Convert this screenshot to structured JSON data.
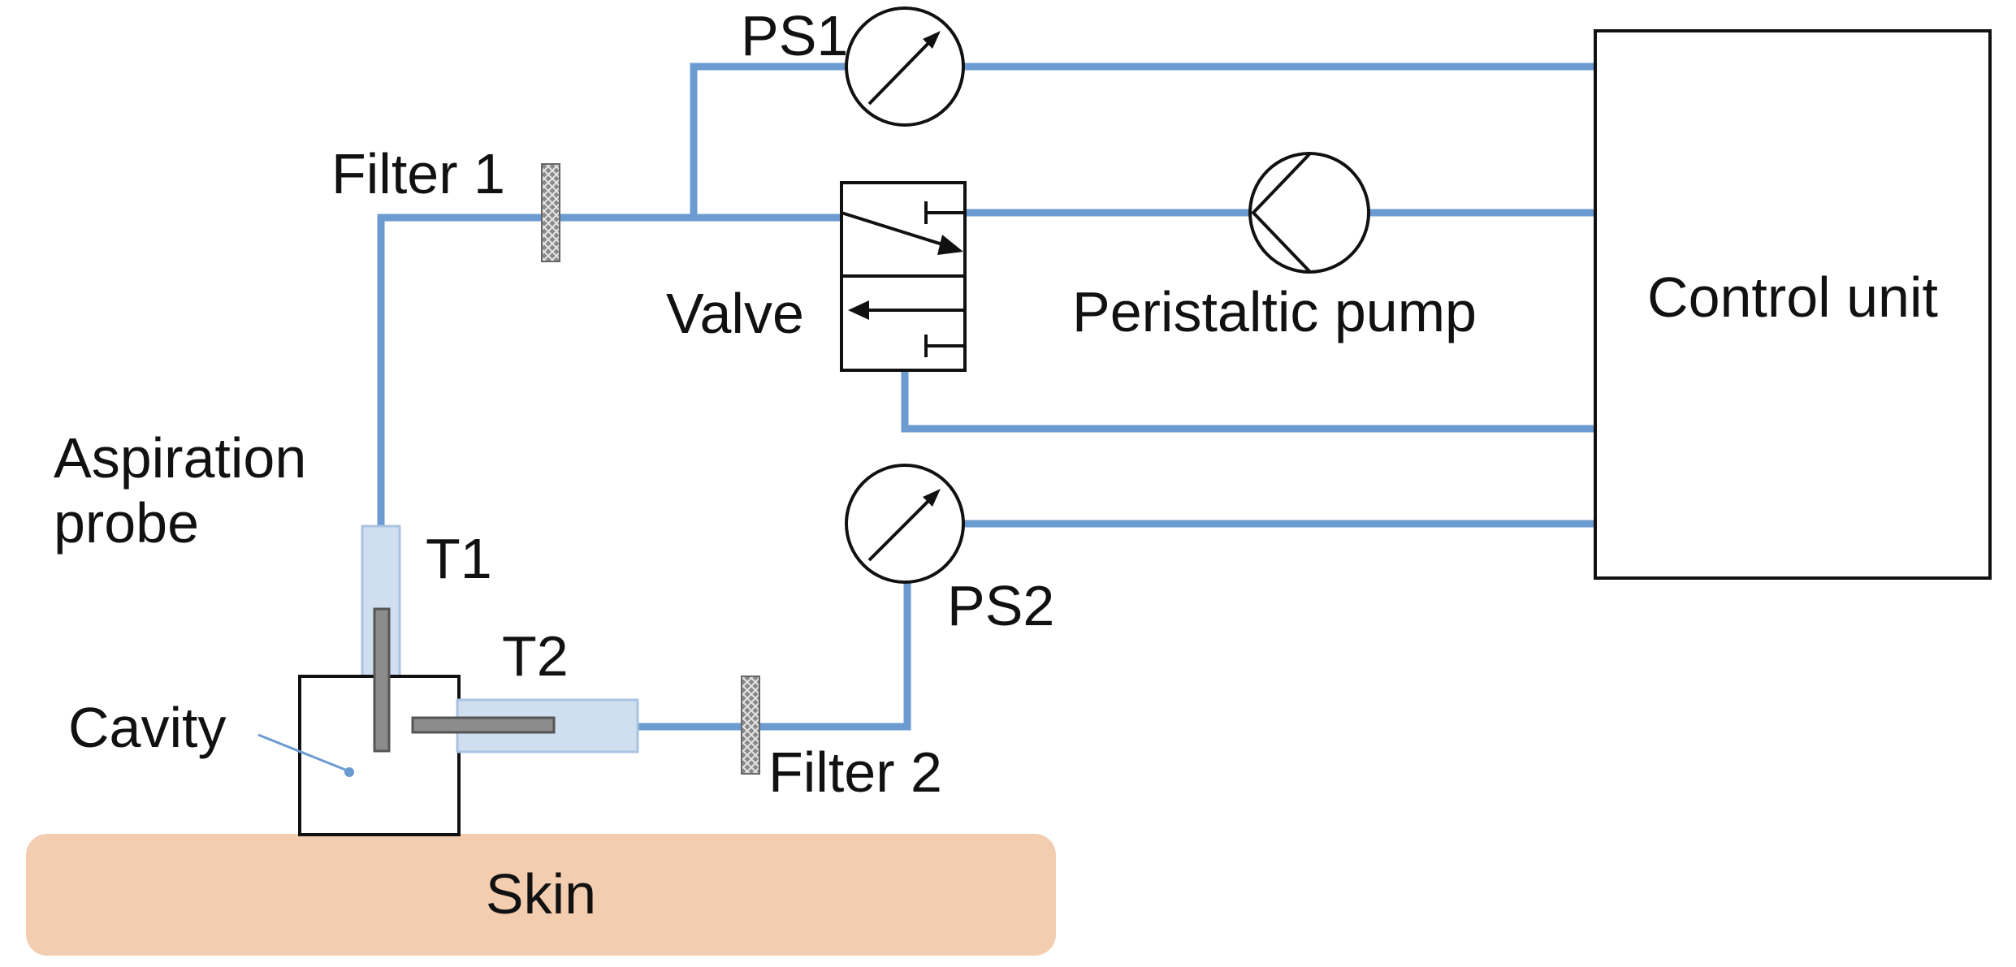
{
  "labels": {
    "ps1": "PS1",
    "ps2": "PS2",
    "filter1": "Filter 1",
    "filter2": "Filter 2",
    "valve": "Valve",
    "pump": "Peristaltic pump",
    "control_unit": "Control unit",
    "aspiration_line1": "Aspiration",
    "aspiration_line2": "probe",
    "t1": "T1",
    "t2": "T2",
    "cavity": "Cavity",
    "skin": "Skin"
  },
  "colors": {
    "tube": "#6b9bd0",
    "skin": "#f3cdb0",
    "probe_sleeve": "#cfdff0",
    "probe_rod": "#8c8c8c",
    "filter": "#8a8a8a",
    "outline": "#111111"
  }
}
